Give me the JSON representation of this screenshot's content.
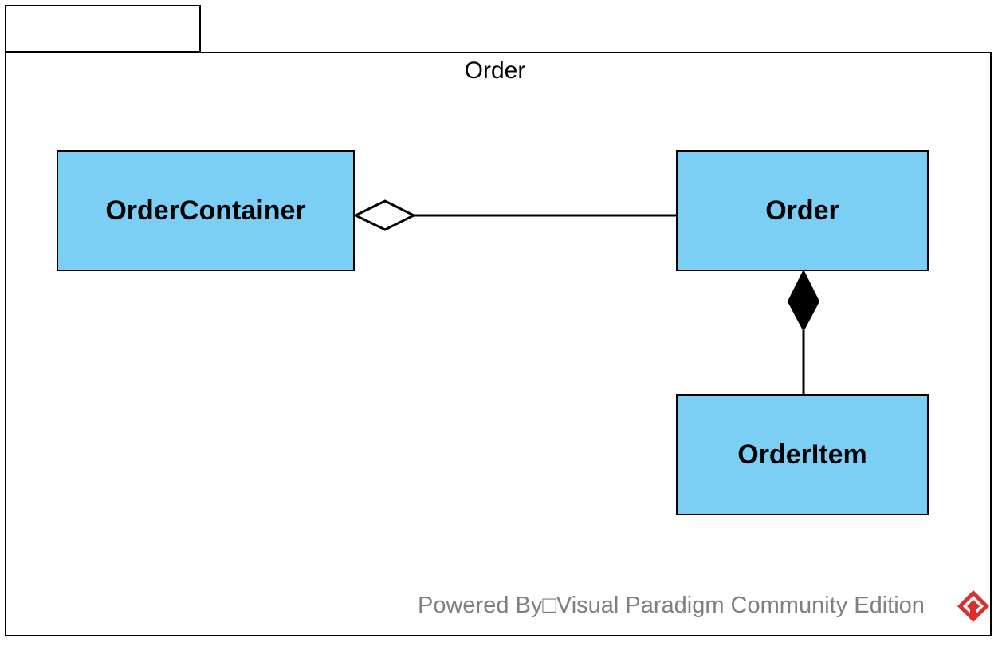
{
  "package": {
    "name": "Order"
  },
  "classes": {
    "order_container": {
      "name": "OrderContainer"
    },
    "order": {
      "name": "Order"
    },
    "order_item": {
      "name": "OrderItem"
    }
  },
  "relationships": [
    {
      "type": "aggregation",
      "whole": "OrderContainer",
      "part": "Order"
    },
    {
      "type": "composition",
      "whole": "Order",
      "part": "OrderItem"
    }
  ],
  "colors": {
    "class_fill": "#7ccff4",
    "line": "#000000",
    "watermark_text": "#808080",
    "logo": "#d9302c"
  },
  "watermark": {
    "text": "Powered By□Visual Paradigm Community Edition",
    "logo_icon": "visual-paradigm-logo-icon"
  }
}
